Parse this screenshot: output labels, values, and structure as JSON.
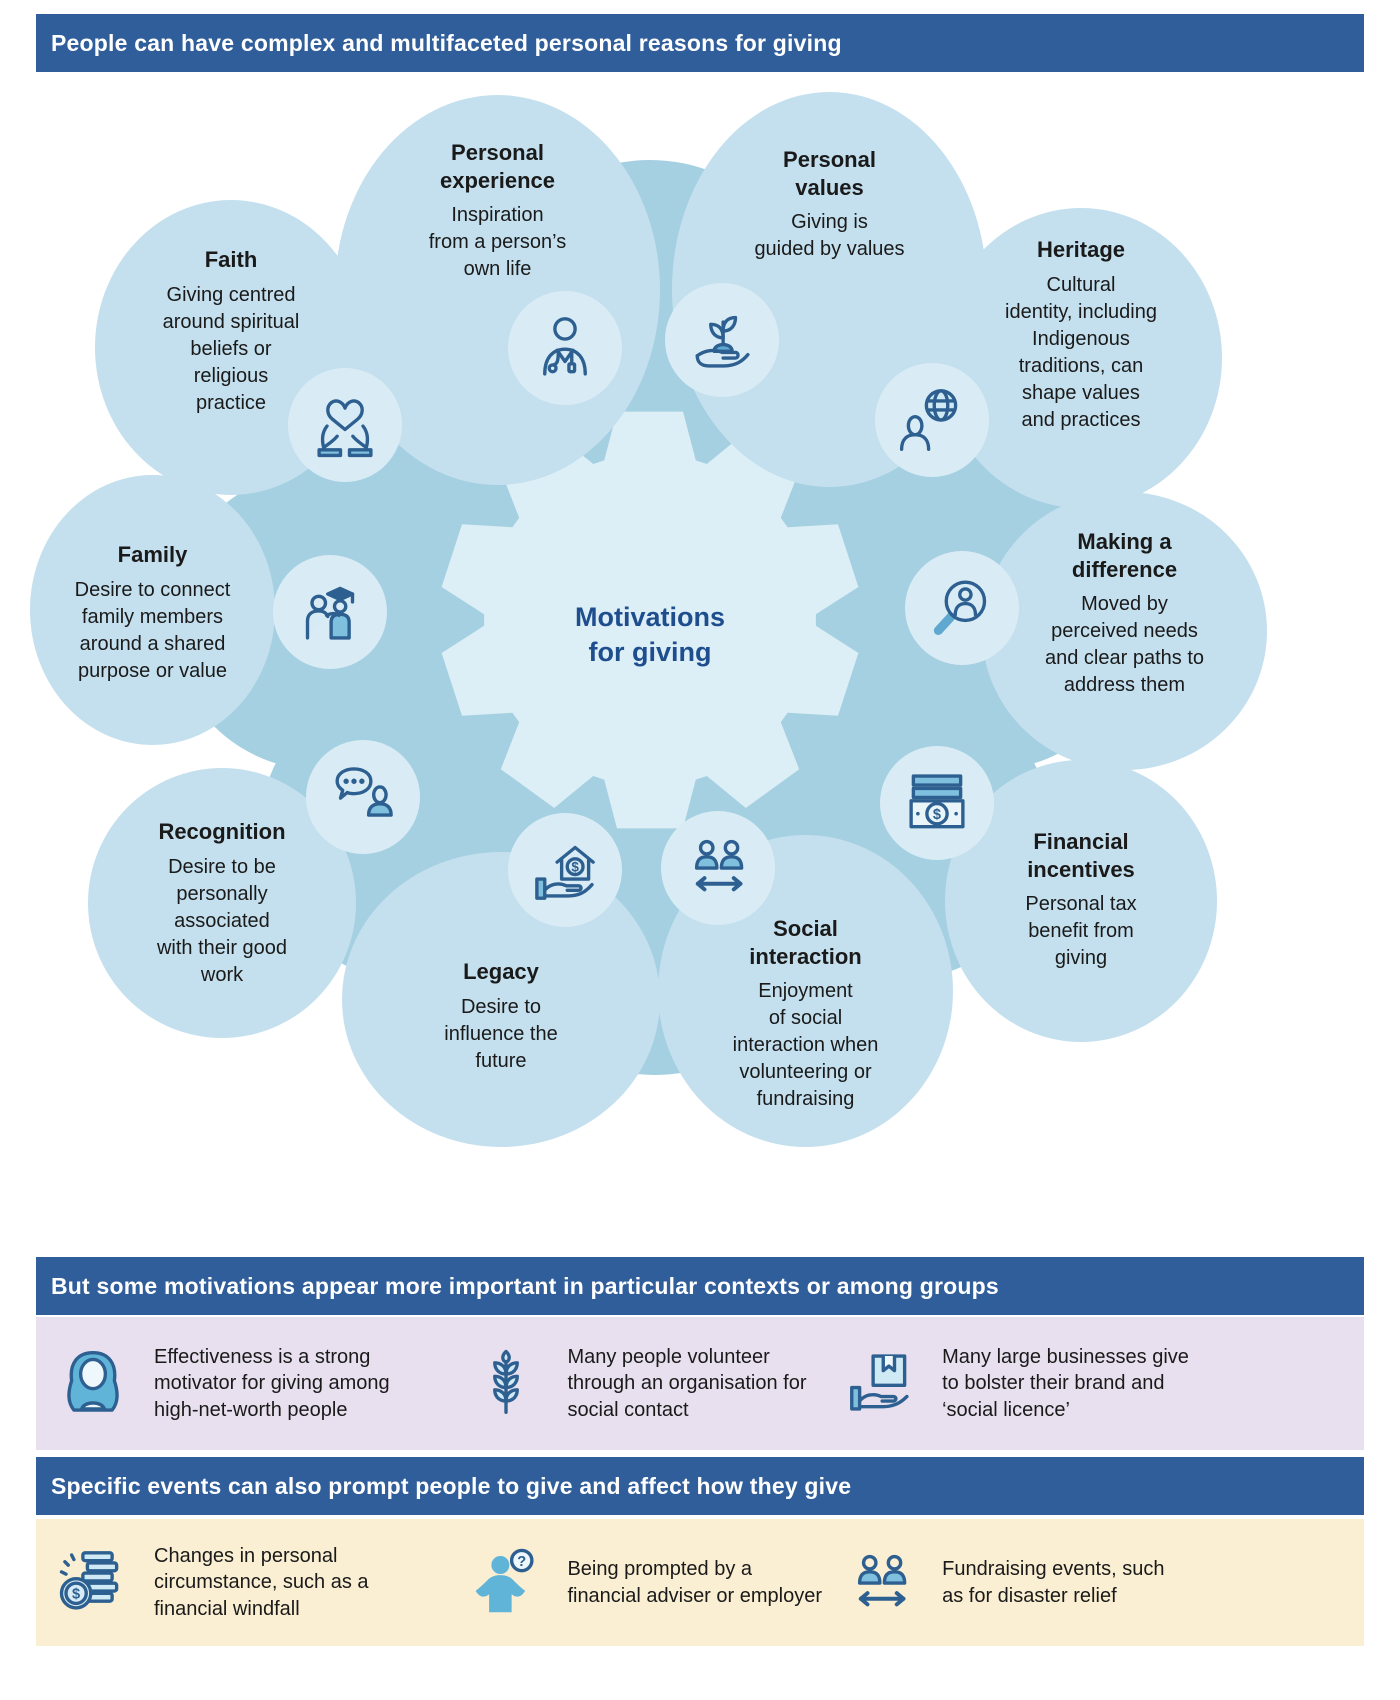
{
  "page": {
    "header_title": "People can have complex and multifaceted personal reasons for giving",
    "center_label": "Motivations\nfor giving"
  },
  "motivations": [
    {
      "id": "personal-experience",
      "title": "Personal\nexperience",
      "desc": "Inspiration\nfrom a person’s\nown life",
      "icon": "doctor-icon"
    },
    {
      "id": "personal-values",
      "title": "Personal\nvalues",
      "desc": "Giving is\nguided by values",
      "icon": "plant-in-hand-icon"
    },
    {
      "id": "heritage",
      "title": "Heritage",
      "desc": "Cultural\nidentity, including\nIndigenous\ntraditions, can\nshape values\nand practices",
      "icon": "person-globe-icon"
    },
    {
      "id": "making-a-difference",
      "title": "Making a\ndifference",
      "desc": "Moved by\nperceived needs\nand clear paths to\naddress them",
      "icon": "magnifier-person-icon"
    },
    {
      "id": "financial-incentives",
      "title": "Financial\nincentives",
      "desc": "Personal tax\nbenefit from\ngiving",
      "icon": "money-bills-icon"
    },
    {
      "id": "social-interaction",
      "title": "Social\ninteraction",
      "desc": "Enjoyment\nof social\ninteraction when\nvolunteering or\nfundraising",
      "icon": "two-people-arrow-icon"
    },
    {
      "id": "legacy",
      "title": "Legacy",
      "desc": "Desire to\ninfluence the\nfuture",
      "icon": "house-dollar-hand-icon"
    },
    {
      "id": "recognition",
      "title": "Recognition",
      "desc": "Desire to be\npersonally\nassociated\nwith their good\nwork",
      "icon": "speech-person-icon"
    },
    {
      "id": "family",
      "title": "Family",
      "desc": "Desire to connect\nfamily members\naround a shared\npurpose or value",
      "icon": "family-graduate-icon"
    },
    {
      "id": "faith",
      "title": "Faith",
      "desc": "Giving centred\naround spiritual\nbeliefs or\nreligious\npractice",
      "icon": "hands-heart-icon"
    }
  ],
  "contexts_section": {
    "title": "But some motivations appear more important in particular contexts or among groups",
    "items": [
      {
        "text": "Effectiveness is a strong\nmotivator for giving among\nhigh-net-worth people",
        "icon": "woman-icon"
      },
      {
        "text": "Many people volunteer\nthrough an organisation for\nsocial contact",
        "icon": "wheat-icon"
      },
      {
        "text": "Many large businesses give\nto bolster their brand and\n‘social licence’",
        "icon": "box-in-hand-icon"
      }
    ]
  },
  "events_section": {
    "title": "Specific events can also prompt people to give and affect how they give",
    "items": [
      {
        "text": "Changes in personal\ncircumstance, such as a\nfinancial windfall",
        "icon": "coins-dollar-icon"
      },
      {
        "text": "Being prompted by a\nfinancial adviser or employer",
        "icon": "person-question-icon"
      },
      {
        "text": "Fundraising events, such\nas for disaster relief",
        "icon": "two-people-arrow-icon"
      }
    ]
  },
  "colors": {
    "banner_blue": "#305e9a",
    "blob_blue": "#a5d0e1",
    "circle_blue": "#c4e0ee",
    "icon_circle_blue": "#d9ecf5",
    "gear_blue": "#dceef6",
    "center_text_blue": "#1f4e8f",
    "icon_stroke_blue": "#2d6090",
    "icon_fill_blue": "#7fc0de",
    "contexts_band_purple": "#e9e0ef",
    "events_band_cream": "#faeed3"
  }
}
